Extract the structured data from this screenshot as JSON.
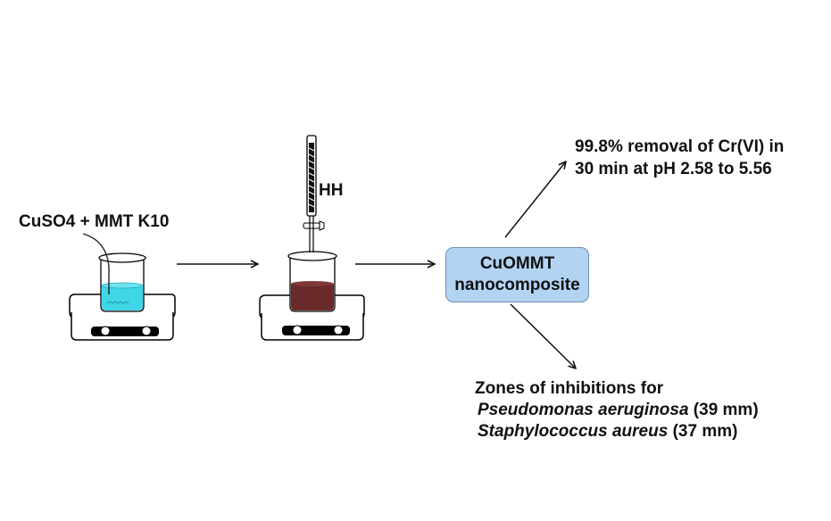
{
  "diagram": {
    "start_label": "CuSO4 + MMT K10",
    "reagent_label": "HH",
    "product_node": {
      "line1": "CuOMMT",
      "line2": "nanocomposite",
      "fill": "#b3d3f3"
    },
    "outcome_removal": {
      "line1": "99.8% removal of Cr(VI) in",
      "line2": "30 min at pH 2.58 to 5.56"
    },
    "outcome_inhibition": {
      "heading": "Zones of inhibitions for",
      "organisms": [
        {
          "name": "Pseudomonas aeruginosa",
          "value": " (39 mm)"
        },
        {
          "name": "Staphylococcus aureus",
          "value": " (37 mm)"
        }
      ]
    },
    "colors": {
      "solution_cuso4": "#3fd6e6",
      "solution_mixture": "#6b2a2a",
      "box_border": "#6e8fb3"
    },
    "icons": [
      "beaker-on-hotplate-icon",
      "burette-icon",
      "arrow-icon"
    ]
  }
}
